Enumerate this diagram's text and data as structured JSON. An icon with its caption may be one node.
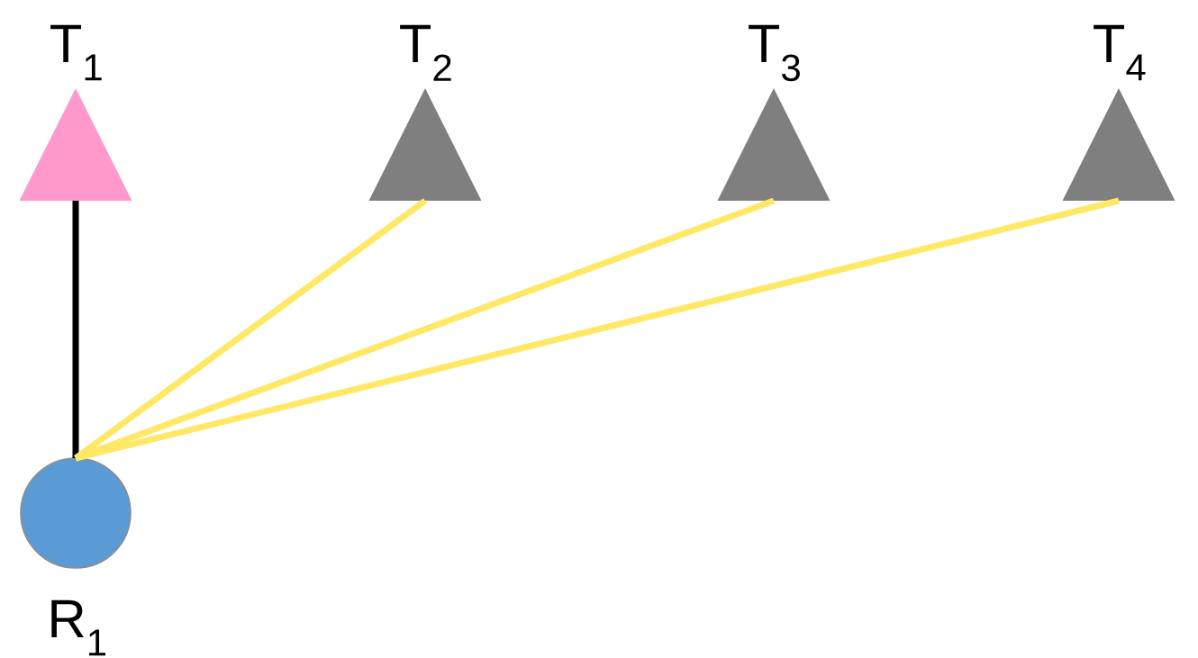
{
  "diagram": {
    "nodes": [
      {
        "text": [
          "T$_{1}$"
        ]
      },
      {
        "text": [
          "T$_{2}$"
        ]
      },
      {
        "text": [
          "T$_{3}$"
        ]
      },
      {
        "text": [
          "T$_{4}$"
        ]
      },
      {
        "text": [
          "R$_{1}$"
        ]
      }
    ],
    "edges": [
      {
        "from": 4,
        "to": 0,
        "arrow": "none",
        "color": "#000000"
      },
      {
        "from": 4,
        "to": 1,
        "arrow": "none"
      },
      {
        "from": 4,
        "to": 2,
        "arrow": "none"
      },
      {
        "from": 4,
        "to": 3,
        "arrow": "none"
      }
    ]
  }
}
